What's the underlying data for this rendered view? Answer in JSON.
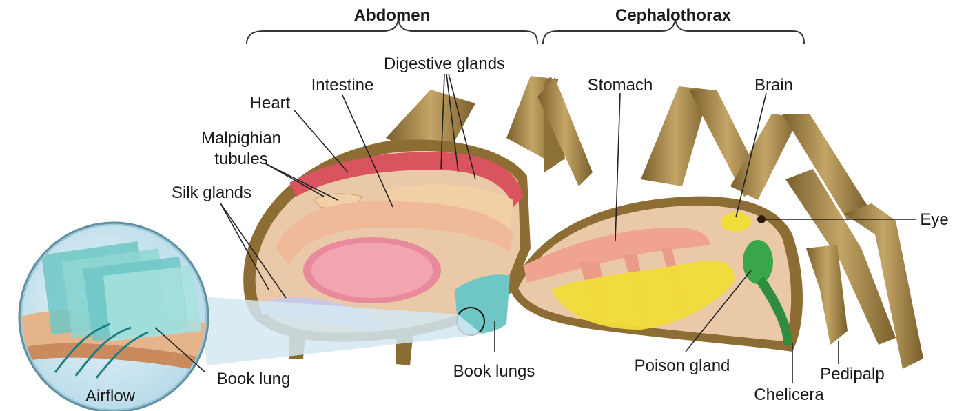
{
  "regions": {
    "abdomen": "Abdomen",
    "cephalothorax": "Cephalothorax"
  },
  "labels": {
    "digestive_glands": "Digestive glands",
    "intestine": "Intestine",
    "heart": "Heart",
    "malpighian_line1": "Malpighian",
    "malpighian_line2": "tubules",
    "silk_glands": "Silk glands",
    "stomach": "Stomach",
    "brain": "Brain",
    "eye": "Eye",
    "book_lungs": "Book lungs",
    "poison_gland": "Poison gland",
    "chelicera": "Chelicera",
    "pedipalp": "Pedipalp",
    "book_lung": "Book lung",
    "airflow": "Airflow"
  },
  "colors": {
    "hair": "#a9884a",
    "hair_dark": "#6e5526",
    "body_cut": "#e8c9a8",
    "heart": "#d9545e",
    "intestine": "#f0b99a",
    "digestive_gland": "#f3cfa6",
    "silk_gland": "#c9c8e6",
    "yellow_gland": "#f1dd3a",
    "poison_gland": "#3aa64a",
    "book_lung": "#6fc7c5",
    "inset_bg": "#cfe7f1"
  }
}
